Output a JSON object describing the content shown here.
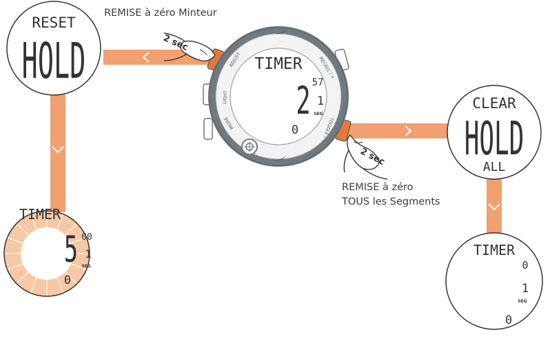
{
  "captions": {
    "reset_timer": "REMISE à zéro Minteur",
    "reset_all_line1": "REMISE à zéro",
    "reset_all_line2": "TOUS les Segments"
  },
  "hold_badges": {
    "top": "2 sec",
    "bottom": "2 sec"
  },
  "watch": {
    "buttons": {
      "adjust": "ADJUST",
      "light": "LIGHT",
      "mode": "MODE",
      "recall": "RECALL / +",
      "toggle": "TOGGLE / –"
    },
    "screen": {
      "title": "TIMER",
      "main_digit": "2",
      "superscript": "57",
      "segment_number": "1",
      "segment_label": "SEG",
      "bottom_digit": "0"
    }
  },
  "reset_display": {
    "top": "RESET",
    "main": "HOLD"
  },
  "clear_display": {
    "top": "CLEAR",
    "main": "HOLD",
    "bottom": "ALL"
  },
  "timer_reset_display": {
    "title": "TIMER",
    "main_digit": "5",
    "superscript": "00",
    "segment_number": "1",
    "segment_label": "SEG",
    "bottom_digit": "0"
  },
  "timer_clear_display": {
    "title": "TIMER",
    "top_digit": "0",
    "segment_number": "1",
    "segment_label": "SEG",
    "bottom_digit": "0"
  },
  "colors": {
    "arrow_orange": "#f2a070",
    "button_orange": "#e8773a",
    "bezel_gray": "#707a80",
    "lcd_ring": "#f7c8a6"
  }
}
